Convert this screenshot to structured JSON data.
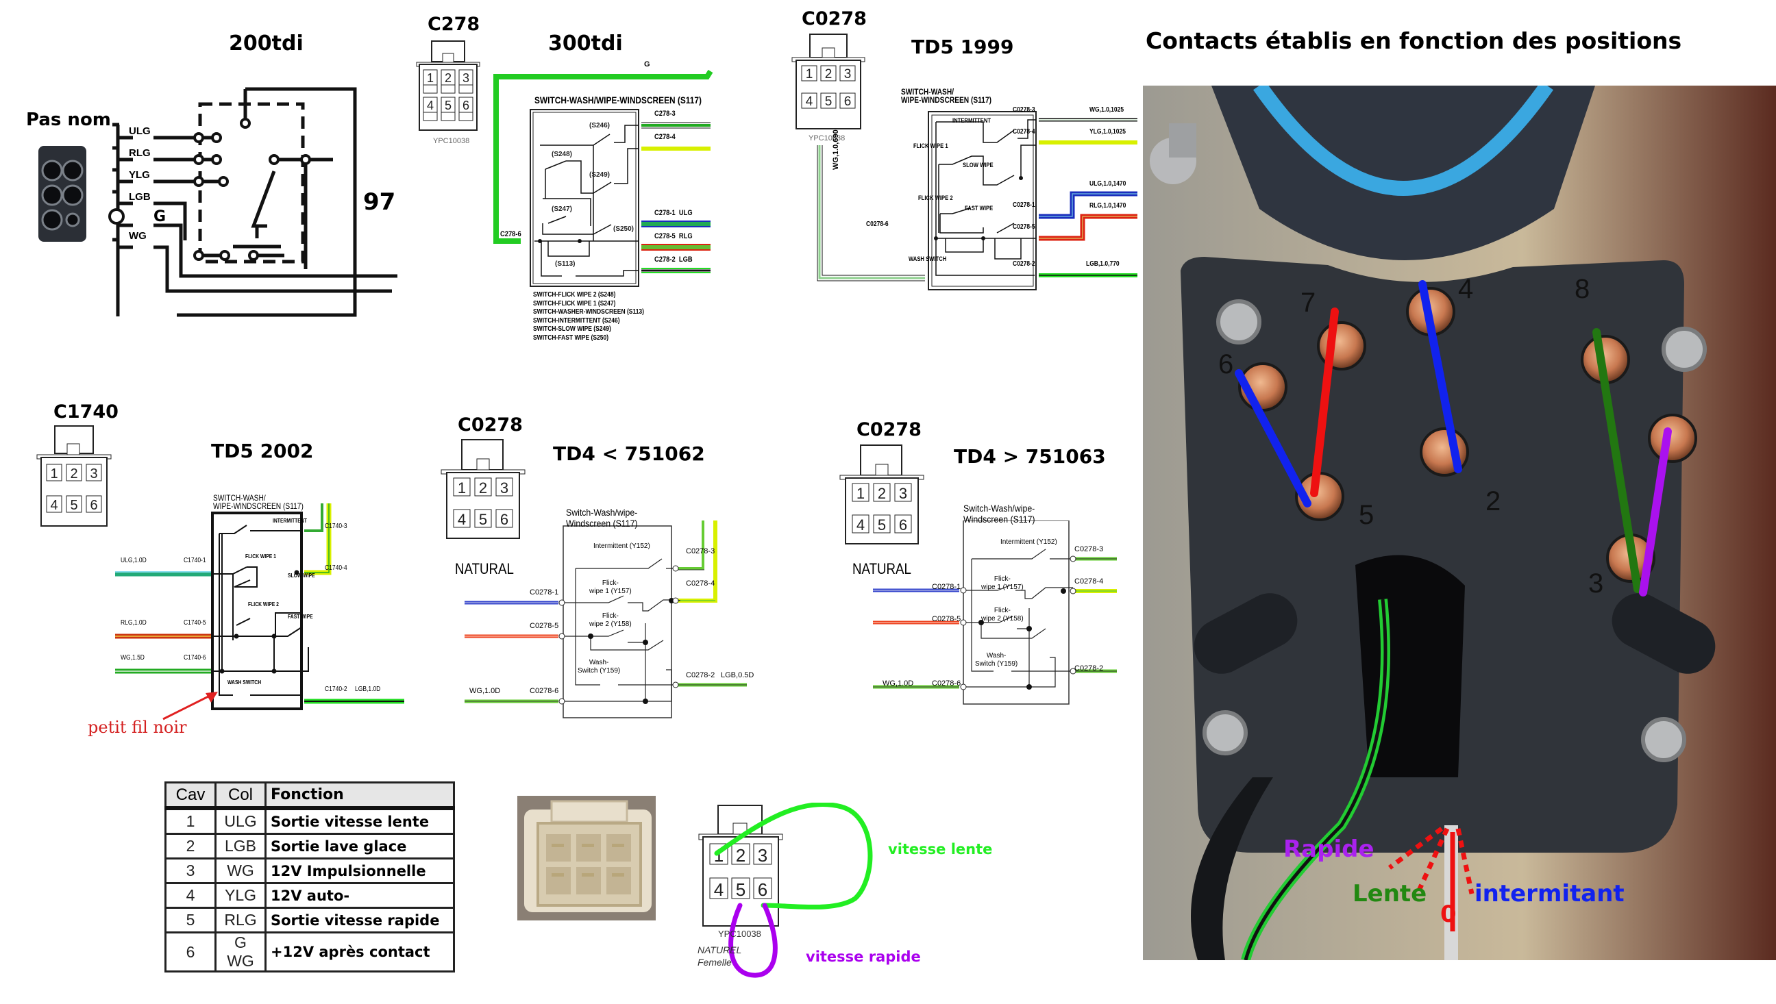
{
  "panels": {
    "p200tdi": {
      "title": "200tdi",
      "connector_label": "Pas nom",
      "wire_labels": [
        "ULG",
        "RLG",
        "YLG",
        "LGB",
        "G",
        "WG"
      ],
      "side_number": "97"
    },
    "p300tdi": {
      "title": "300tdi",
      "connector_name": "C278",
      "connector_part": "YPC10038",
      "feed_wire_label": "G",
      "switch_title": "SWITCH-WASH/WIPE-WINDSCREEN (S117)",
      "pins": [
        {
          "id": "C278-3",
          "color": ""
        },
        {
          "id": "C278-4",
          "color": ""
        },
        {
          "id": "C278-1",
          "color": "ULG"
        },
        {
          "id": "C278-5",
          "color": "RLG"
        },
        {
          "id": "C278-2",
          "color": "LGB"
        },
        {
          "id": "C278-6",
          "color": ""
        }
      ],
      "internal_switches": [
        "(S246)",
        "(S248)",
        "(S249)",
        "(S247)",
        "(S250)",
        "(S113)"
      ],
      "legend": [
        "SWITCH-FLICK WIPE 2 (S248)",
        "SWITCH-FLICK WIPE 1 (S247)",
        "SWITCH-WASHER-WINDSCREEN (S113)",
        "SWITCH-INTERMITTENT (S246)",
        "SWITCH-SLOW WIPE (S249)",
        "SWITCH-FAST WIPE (S250)"
      ]
    },
    "td5_1999": {
      "title": "TD5 1999",
      "connector_name": "C0278",
      "connector_part": "YPC10038",
      "switch_title_line1": "SWITCH-WASH/",
      "switch_title_line2": "WIPE-WINDSCREEN (S117)",
      "feed_wire": "WG,1.0,690",
      "feed_pin": "C0278-6",
      "internal_labels": [
        "INTERMITTENT",
        "FLICK WIPE 1",
        "SLOW WIPE",
        "FLICK WIPE 2",
        "FAST WIPE",
        "WASH SWITCH"
      ],
      "pins": [
        {
          "id": "C0278-3",
          "wire": "WG,1.0,1025"
        },
        {
          "id": "C0278-4",
          "wire": "YLG,1.0,1025"
        },
        {
          "id": "C0278-1",
          "wire": "ULG,1.0,1470"
        },
        {
          "id": "C0278-5",
          "wire": "RLG,1.0,1470"
        },
        {
          "id": "C0278-2",
          "wire": "LGB,1.0,770"
        }
      ]
    },
    "td5_2002": {
      "title": "TD5 2002",
      "connector_name": "C1740",
      "switch_title_line1": "SWITCH-WASH/",
      "switch_title_line2": "WIPE-WINDSCREEN (S117)",
      "internal_labels": [
        "INTERMITTENT",
        "FLICK WIPE 1",
        "SLOW WIPE",
        "FLICK WIPE 2",
        "FAST WIPE",
        "WASH SWITCH"
      ],
      "left_pins": [
        {
          "id": "C1740-1",
          "wire": "ULG,1.0D"
        },
        {
          "id": "C1740-5",
          "wire": "RLG,1.0D"
        },
        {
          "id": "C1740-6",
          "wire": "WG,1.5D"
        }
      ],
      "right_pins": [
        {
          "id": "C1740-3",
          "wire": ""
        },
        {
          "id": "C1740-4",
          "wire": ""
        },
        {
          "id": "C1740-2",
          "wire": "LGB,1.0D"
        }
      ],
      "annotation": "petit fil noir"
    },
    "td4_old": {
      "title": "TD4 < 751062",
      "connector_name": "C0278",
      "connector_variant": "NATURAL",
      "switch_title_line1": "Switch-Wash/wipe-",
      "switch_title_line2": "Windscreen (S117)",
      "internal_labels": [
        "Intermittent (Y152)",
        "Flick-",
        "wipe 1 (Y157)",
        "Flick-",
        "wipe 2 (Y158)",
        "Wash-",
        "Switch (Y159)"
      ],
      "left_pins": [
        {
          "id": "C0278-1",
          "wire": ""
        },
        {
          "id": "C0278-5",
          "wire": ""
        },
        {
          "id": "C0278-6",
          "wire": "WG,1.0D"
        }
      ],
      "right_pins": [
        {
          "id": "C0278-3",
          "wire": ""
        },
        {
          "id": "C0278-4",
          "wire": ""
        },
        {
          "id": "C0278-2",
          "wire": "LGB,0.5D"
        }
      ]
    },
    "td4_new": {
      "title": "TD4 > 751063",
      "connector_name": "C0278",
      "connector_variant": "NATURAL",
      "switch_title_line1": "Switch-Wash/wipe-",
      "switch_title_line2": "Windscreen (S117)",
      "internal_labels": [
        "Intermittent (Y152)",
        "Flick-",
        "wipe 1 (Y157)",
        "Flick-",
        "wipe 2 (Y158)",
        "Wash-",
        "Switch (Y159)"
      ],
      "left_pins": [
        {
          "id": "C0278-1",
          "wire": ""
        },
        {
          "id": "C0278-5",
          "wire": ""
        },
        {
          "id": "C0278-6",
          "wire": "WG,1.0D"
        }
      ],
      "right_pins": [
        {
          "id": "C0278-3",
          "wire": ""
        },
        {
          "id": "C0278-4",
          "wire": ""
        },
        {
          "id": "C0278-2",
          "wire": ""
        }
      ]
    }
  },
  "pin_numbers": [
    "1",
    "2",
    "3",
    "4",
    "5",
    "6"
  ],
  "pin_table": {
    "headers": [
      "Cav",
      "Col",
      "Fonction"
    ],
    "rows": [
      {
        "cav": "1",
        "col": "ULG",
        "fonction": "Sortie vitesse lente"
      },
      {
        "cav": "2",
        "col": "LGB",
        "fonction": "Sortie lave glace"
      },
      {
        "cav": "3",
        "col": "WG",
        "fonction": "12V Impulsionnelle"
      },
      {
        "cav": "4",
        "col": "YLG",
        "fonction": "12V auto-"
      },
      {
        "cav": "5",
        "col": "RLG",
        "fonction": "Sortie vitesse rapide"
      },
      {
        "cav": "6",
        "col": "G WG",
        "fonction": "+12V après contact"
      }
    ]
  },
  "bridge_diagram": {
    "connector_part": "YPC10038",
    "variant_line1": "NATUREL",
    "variant_line2": "Femelle",
    "slow_label": "vitesse lente",
    "fast_label": "vitesse rapide",
    "slow_color": "#22ee22",
    "fast_color": "#aa00ee"
  },
  "photo": {
    "title": "Contacts établis en fonction des positions",
    "contact_numbers": [
      "7",
      "6",
      "4",
      "5",
      "2",
      "8",
      "3"
    ],
    "positions": [
      {
        "label": "Rapide",
        "color": "#aa22ee"
      },
      {
        "label": "Lente",
        "color": "#228811"
      },
      {
        "label": "0",
        "color": "#ee1111"
      },
      {
        "label": "intermitant",
        "color": "#1122ee"
      }
    ],
    "link_colors": {
      "link_6_5": "#1122ee",
      "link_7_5": "#ee1111",
      "link_4_2": "#1122ee",
      "link_8_3": "#227711",
      "link_1_3": "#aa11ee"
    }
  },
  "colors": {
    "wire_green": "#22cc22",
    "wire_yellow": "#e6f20a",
    "wire_blue": "#1a2ebd",
    "wire_red": "#dd2211",
    "annotation_red": "#d42020"
  }
}
